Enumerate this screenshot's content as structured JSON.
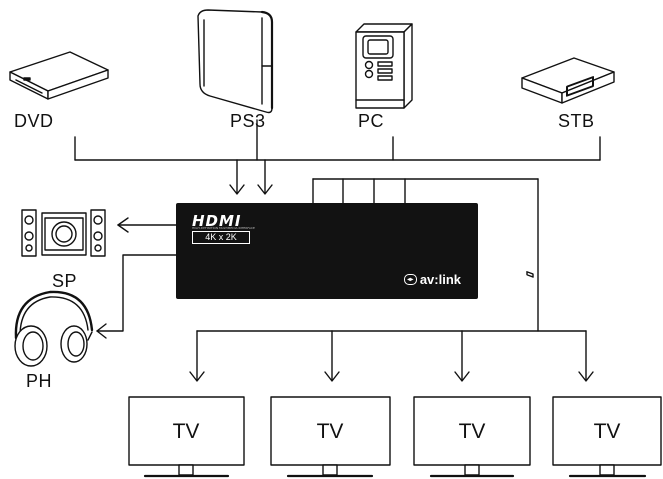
{
  "sources": [
    {
      "label": "DVD",
      "icon": "dvd-player-icon"
    },
    {
      "label": "PS3",
      "icon": "game-console-icon"
    },
    {
      "label": "PC",
      "icon": "desktop-computer-icon"
    },
    {
      "label": "STB",
      "icon": "set-top-box-icon"
    }
  ],
  "matrix": {
    "logo": "HDMI",
    "logo_sub": "HIGH-DEFINITION MULTIMEDIA INTERFACE",
    "resolution": "4K x 2K",
    "brand": "av:link",
    "brand_icon": "av-link-logo-icon"
  },
  "audio_outputs": [
    {
      "label": "SP",
      "icon": "speaker-system-icon"
    },
    {
      "label": "PH",
      "icon": "headphones-icon"
    }
  ],
  "displays": [
    {
      "label": "TV",
      "icon": "tv-icon"
    },
    {
      "label": "TV",
      "icon": "tv-icon"
    },
    {
      "label": "TV",
      "icon": "tv-icon"
    },
    {
      "label": "TV",
      "icon": "tv-icon"
    }
  ]
}
